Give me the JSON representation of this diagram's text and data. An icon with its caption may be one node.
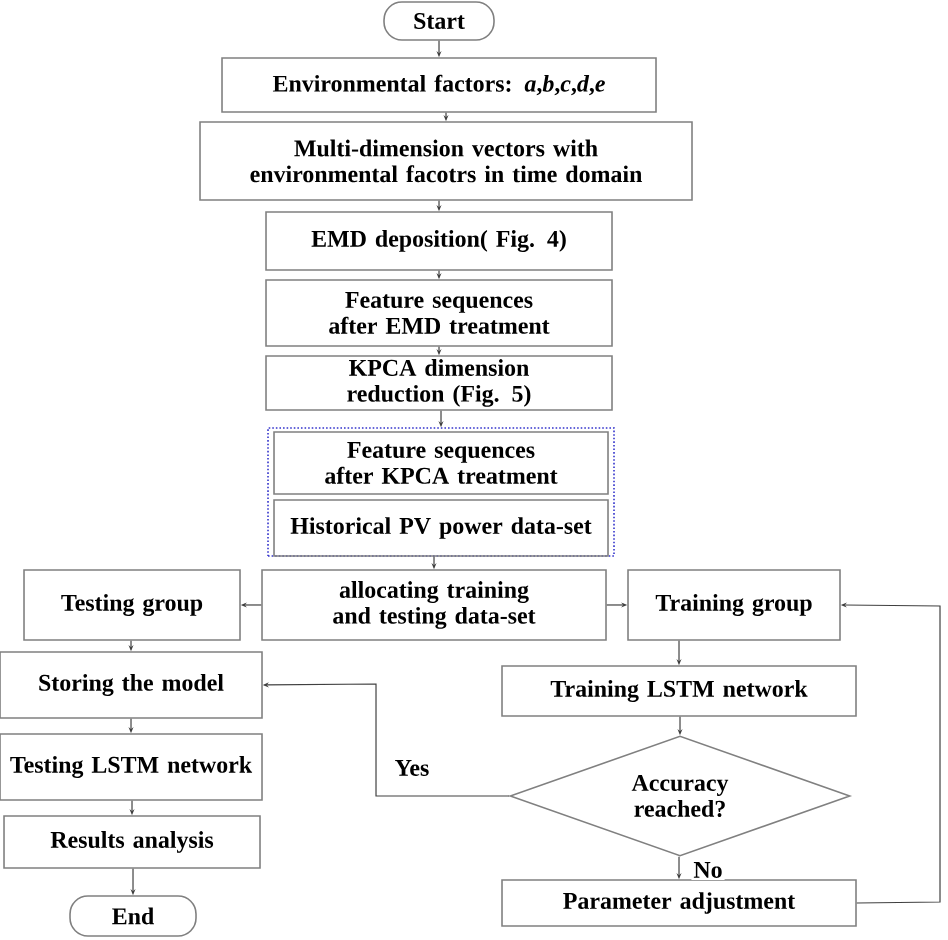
{
  "diagram": {
    "nodes": [
      {
        "text": [
          "Start"
        ]
      },
      {
        "text": [
          "Environmental factors: *a*,*b*,*c*,*d*,*e*"
        ]
      },
      {
        "text": [
          "Multi-dimension vectors with environmental facotrs in time domain"
        ]
      },
      {
        "text": [
          "EMD deposition( Fig. 4)"
        ]
      },
      {
        "text": [
          "Feature sequences after EMD treatment"
        ]
      },
      {
        "text": [
          "KPCA dimension reduction (Fig. 5)"
        ]
      },
      {
        "text": [],
        "shape": "box"
      },
      {
        "text": [
          "Feature sequences after KPCA treatment"
        ],
        "in": 6
      },
      {
        "text": [
          "Historical PV power data-set"
        ],
        "in": 6
      },
      {
        "text": [
          "allocating training and testing data-set"
        ]
      },
      {
        "text": [
          "Testing group"
        ]
      },
      {
        "text": [
          "Training group"
        ]
      },
      {
        "text": [
          "Storing the model"
        ]
      },
      {
        "text": [
          "Training LSTM network"
        ]
      },
      {
        "text": [
          "Testing LSTM network"
        ]
      },
      {
        "text": [
          "Accuracy reached?"
        ]
      },
      {
        "text": [
          "Results analysis"
        ]
      },
      {
        "text": [
          "Parameter adjustment"
        ]
      },
      {
        "text": [
          "End"
        ]
      }
    ],
    "edges": [
      {
        "from": 0,
        "to": 1,
        "arrow": "to"
      },
      {
        "from": 1,
        "to": 2,
        "arrow": "to"
      },
      {
        "from": 2,
        "to": 3,
        "arrow": "to"
      },
      {
        "from": 3,
        "to": 4,
        "arrow": "to"
      },
      {
        "from": 4,
        "to": 5,
        "arrow": "to"
      },
      {
        "from": 5,
        "to": 6,
        "arrow": "to"
      },
      {
        "from": 6,
        "to": 9,
        "arrow": "to"
      },
      {
        "from": 9,
        "to": 10,
        "arrow": "to"
      },
      {
        "from": 9,
        "to": 11,
        "arrow": "to"
      },
      {
        "from": 10,
        "to": 12,
        "arrow": "to"
      },
      {
        "from": 11,
        "to": 13,
        "arrow": "to"
      },
      {
        "from": 13,
        "to": 15,
        "arrow": "to"
      },
      {
        "from": 15,
        "to": 12,
        "label": "Yes",
        "arrow": "to"
      },
      {
        "from": 15,
        "to": 17,
        "label": "No",
        "arrow": "to"
      },
      {
        "from": 17,
        "to": 11,
        "arrow": "to"
      },
      {
        "from": 12,
        "to": 14,
        "arrow": "to"
      },
      {
        "from": 14,
        "to": 16,
        "arrow": "to"
      },
      {
        "from": 16,
        "to": 18,
        "arrow": "to"
      }
    ]
  }
}
